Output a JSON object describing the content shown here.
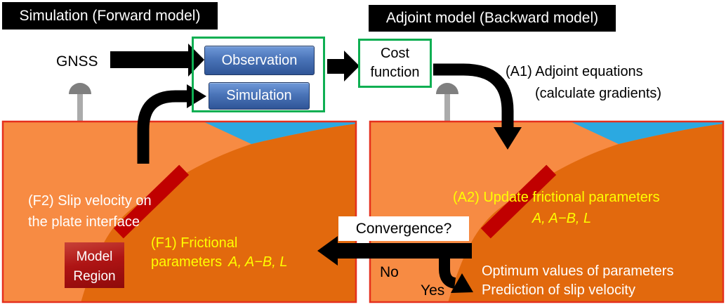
{
  "colors": {
    "light_orange": "#F78B43",
    "dark_orange": "#E2690D",
    "ocean_blue": "#2BA9E1",
    "panel_border_red": "#E5301E",
    "plate_stripe_red": "#C00000",
    "accent_green": "#0EAF52",
    "flow_box_blue": "#2F5597",
    "arrow_black": "#000000",
    "highlight_yellow": "#FFFF00",
    "antenna_gray": "#7F7F7F",
    "antenna_post_gray": "#ABABAB"
  },
  "titles": {
    "forward": "Simulation (Forward model)",
    "backward": "Adjoint model (Backward model)"
  },
  "forward_flow": {
    "gnss_label": "GNSS",
    "observation_label": "Observation",
    "simulation_label": "Simulation",
    "cost_line1": "Cost",
    "cost_line2": "function"
  },
  "adjoint_flow": {
    "a1_line1": "(A1) Adjoint equations",
    "a1_line2": "(calculate gradients)"
  },
  "left_panel": {
    "f2_line1": "(F2) Slip velocity on",
    "f2_line2": "the plate interface",
    "model_region_line1": "Model",
    "model_region_line2": "Region",
    "f1_line1": "(F1) Frictional",
    "f1_line2_label": "parameters",
    "f1_params": "A, A−B, L"
  },
  "right_panel": {
    "a2_line1": "(A2) Update frictional parameters",
    "a2_params": "A, A−B, L",
    "result_line1": "Optimum values of parameters",
    "result_line2": "Prediction of slip velocity"
  },
  "loop": {
    "convergence_label": "Convergence?",
    "no_label": "No",
    "yes_label": "Yes"
  },
  "icons": {
    "gnss_antenna": "gray-dome-on-post"
  }
}
